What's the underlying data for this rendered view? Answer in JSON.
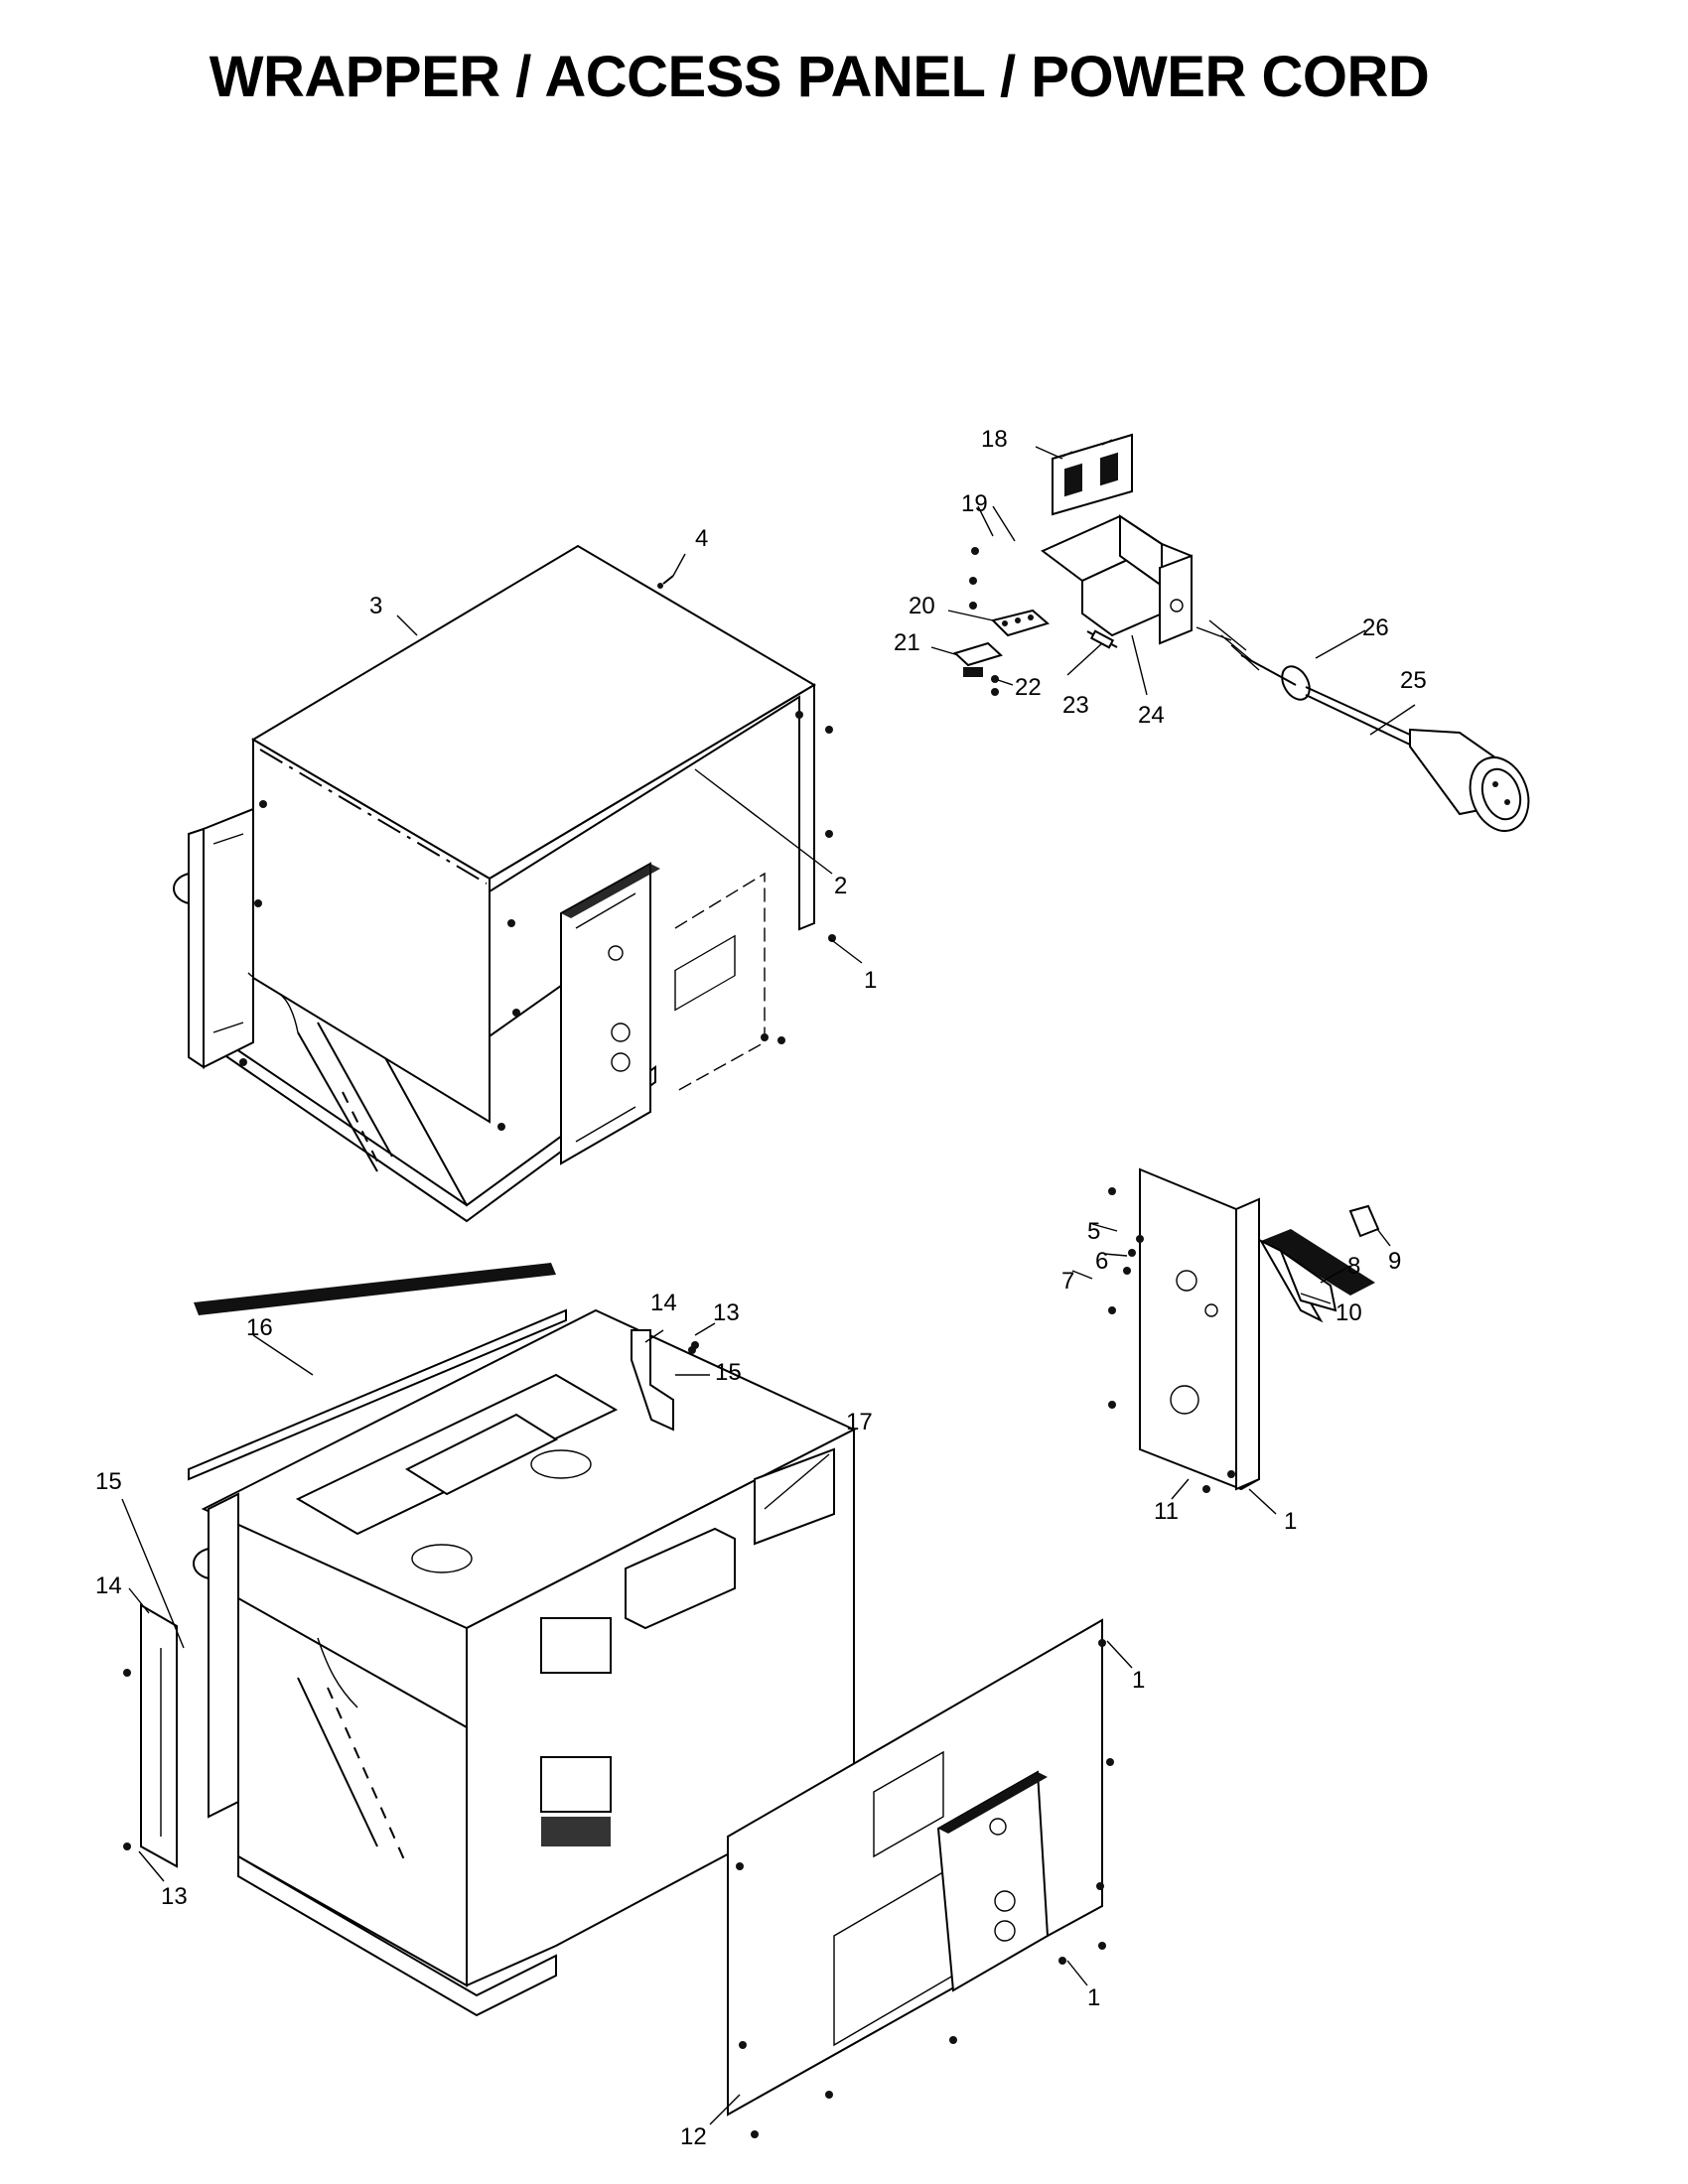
{
  "page": {
    "title": "WRAPPER / ACCESS PANEL / POWER CORD"
  },
  "callouts": [
    {
      "id": "c1a",
      "text": "1"
    },
    {
      "id": "c1b",
      "text": "1"
    },
    {
      "id": "c1c",
      "text": "1"
    },
    {
      "id": "c1d",
      "text": "1"
    },
    {
      "id": "c2",
      "text": "2"
    },
    {
      "id": "c3",
      "text": "3"
    },
    {
      "id": "c4",
      "text": "4"
    },
    {
      "id": "c5",
      "text": "5"
    },
    {
      "id": "c6",
      "text": "6"
    },
    {
      "id": "c7",
      "text": "7"
    },
    {
      "id": "c8",
      "text": "8"
    },
    {
      "id": "c9",
      "text": "9"
    },
    {
      "id": "c10",
      "text": "10"
    },
    {
      "id": "c11",
      "text": "11"
    },
    {
      "id": "c12",
      "text": "12"
    },
    {
      "id": "c13a",
      "text": "13"
    },
    {
      "id": "c13b",
      "text": "13"
    },
    {
      "id": "c14a",
      "text": "14"
    },
    {
      "id": "c14b",
      "text": "14"
    },
    {
      "id": "c15a",
      "text": "15"
    },
    {
      "id": "c15b",
      "text": "15"
    },
    {
      "id": "c16",
      "text": "16"
    },
    {
      "id": "c17",
      "text": "17"
    },
    {
      "id": "c18",
      "text": "18"
    },
    {
      "id": "c19",
      "text": "19"
    },
    {
      "id": "c20",
      "text": "20"
    },
    {
      "id": "c21",
      "text": "21"
    },
    {
      "id": "c22",
      "text": "22"
    },
    {
      "id": "c23",
      "text": "23"
    },
    {
      "id": "c24",
      "text": "24"
    },
    {
      "id": "c25",
      "text": "25"
    },
    {
      "id": "c26",
      "text": "26"
    }
  ]
}
